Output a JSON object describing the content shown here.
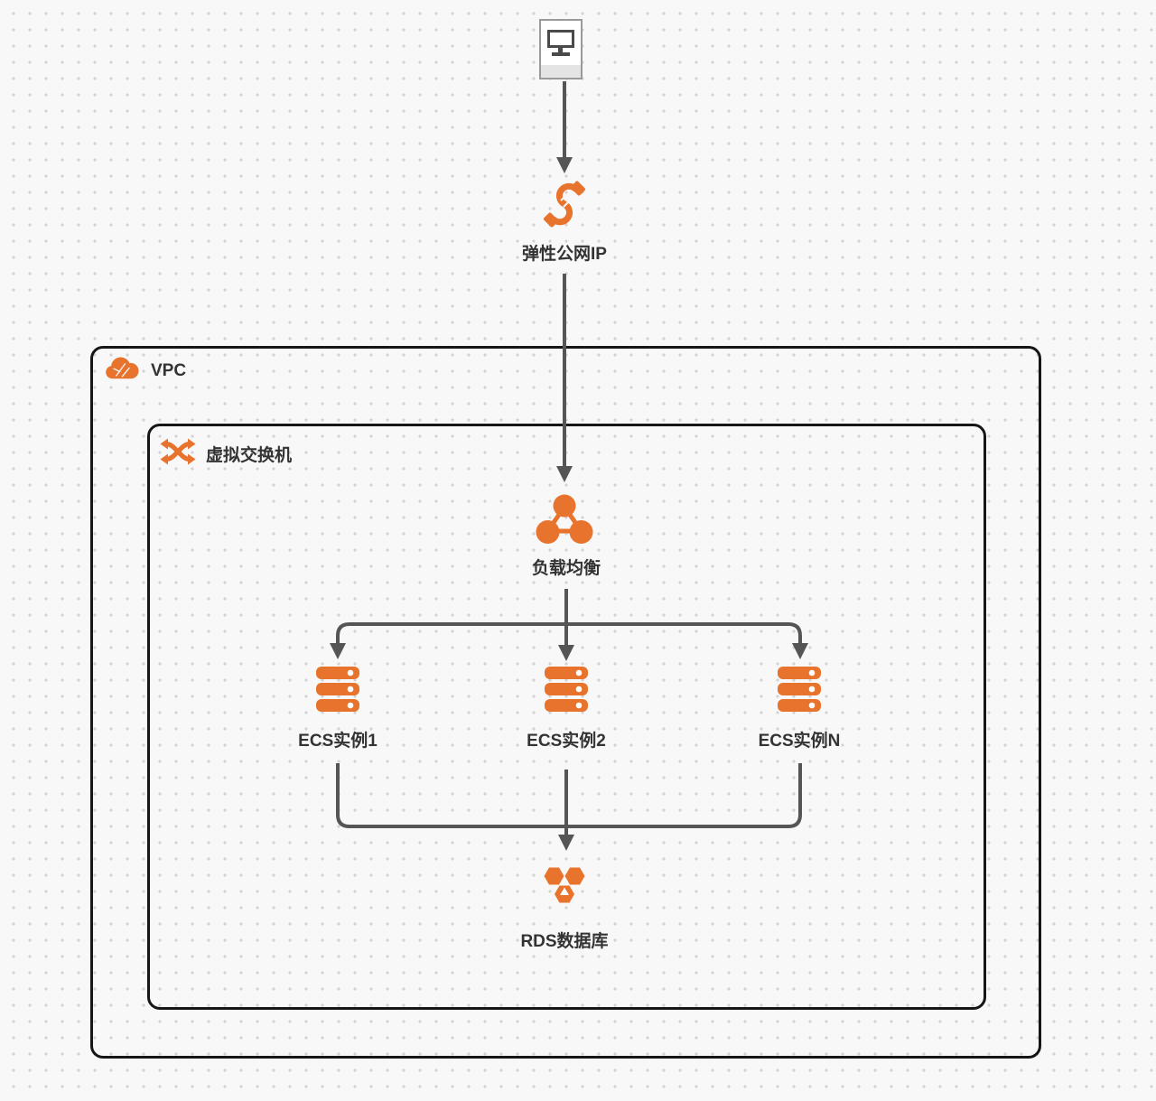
{
  "colors": {
    "accent_orange": "#E8732C",
    "connector_gray": "#555555",
    "container_border": "#161616",
    "label_text": "#333333",
    "background": "#f8f8f8",
    "dot_grid": "#d2d2d2"
  },
  "containers": {
    "vpc": {
      "label": "VPC",
      "icon": "cloud-icon"
    },
    "vswitch": {
      "label": "虚拟交换机",
      "icon": "crossed-arrows-icon"
    }
  },
  "nodes": {
    "client": {
      "icon": "desktop-computer-icon"
    },
    "eip": {
      "label": "弹性公网IP",
      "icon": "cable-connector-icon"
    },
    "slb": {
      "label": "负载均衡",
      "icon": "load-balancer-icon"
    },
    "ecs_instances": [
      {
        "label": "ECS实例1",
        "icon": "server-stack-icon"
      },
      {
        "label": "ECS实例2",
        "icon": "server-stack-icon"
      },
      {
        "label": "ECS实例N",
        "icon": "server-stack-icon"
      }
    ],
    "rds": {
      "label": "RDS数据库",
      "icon": "hexagon-database-icon"
    }
  }
}
